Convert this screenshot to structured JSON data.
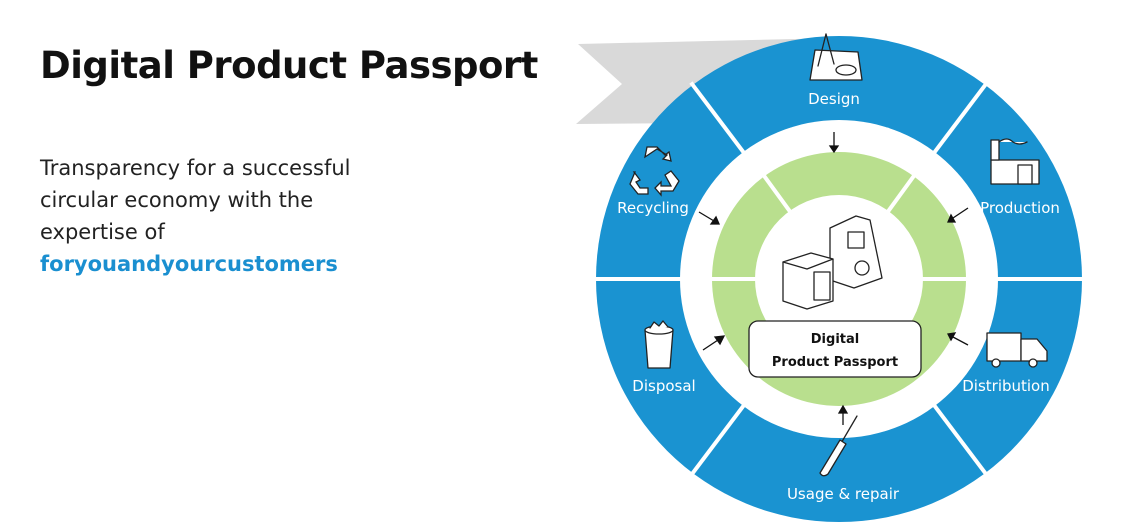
{
  "header": {
    "title": "Digital Product Passport"
  },
  "intro": {
    "lines": [
      "Transparency for a successful",
      "circular economy with the",
      "expertise of"
    ],
    "brand": "foryouandyourcustomers"
  },
  "diagram": {
    "center_label_line1": "Digital",
    "center_label_line2": "Product Passport",
    "stages": [
      {
        "label": "Design",
        "icon": "compass-drawing-icon"
      },
      {
        "label": "Production",
        "icon": "factory-icon"
      },
      {
        "label": "Distribution",
        "icon": "truck-icon"
      },
      {
        "label": "Usage & repair",
        "icon": "screwdriver-icon"
      },
      {
        "label": "Disposal",
        "icon": "trash-bin-icon"
      },
      {
        "label": "Recycling",
        "icon": "recycle-icon"
      }
    ],
    "colors": {
      "outer_ring": "#1a93d1",
      "inner_ring": "#b9df8e",
      "banner": "#d9d9d9",
      "brand": "#1a8fd0"
    }
  }
}
